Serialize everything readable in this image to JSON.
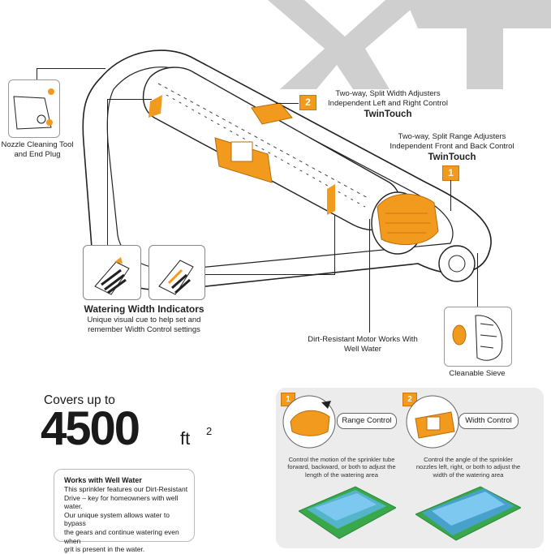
{
  "brand": {
    "logo_name": "xt-logo",
    "logo_color": "#c9c9c9"
  },
  "colors": {
    "accent": "#f29a1e",
    "outline": "#222222",
    "panel": "#ececec",
    "grass": "#3aa84a",
    "water": "#4aa0e0"
  },
  "callouts": {
    "nozzle_tool": {
      "line1": "Nozzle Cleaning Tool",
      "line2": "and End Plug"
    },
    "width_adjusters": {
      "number": "2",
      "line1": "Two-way, Split Width Adjusters",
      "line2": "Independent Left and Right Control",
      "title": "TwinTouch"
    },
    "range_adjusters": {
      "number": "1",
      "line1": "Two-way, Split Range Adjusters",
      "line2": "Independent Front and Back Control",
      "title": "TwinTouch"
    },
    "width_indicators": {
      "title": "Watering Width Indicators",
      "line1": "Unique visual cue to help set  and",
      "line2": "remember Width Control settings"
    },
    "motor": {
      "line1": "Dirt-Resistant Motor Works With",
      "line2": "Well Water"
    },
    "sieve": {
      "label": "Cleanable Sieve"
    }
  },
  "coverage": {
    "prefix": "Covers up to",
    "value": "4500",
    "unit": "ft",
    "exponent": "2"
  },
  "well_water": {
    "title": "Works with Well Water",
    "lines": [
      "This sprinkler features our Dirt-Resistant",
      "Drive – key for homeowners with well water.",
      "Our unique system allows water to bypass",
      "the gears and continue watering even when",
      "grit is present in the water."
    ]
  },
  "controls": {
    "range": {
      "number": "1",
      "label": "Range Control",
      "desc": [
        "Control the motion of the sprinkler tube",
        "forward, backward, or both to adjust the",
        "length of the watering area"
      ]
    },
    "width": {
      "number": "2",
      "label": "Width Control",
      "desc": [
        "Control the angle of the sprinkler",
        "nozzles left, right, or both to adjust the",
        "width of the watering area"
      ]
    }
  }
}
